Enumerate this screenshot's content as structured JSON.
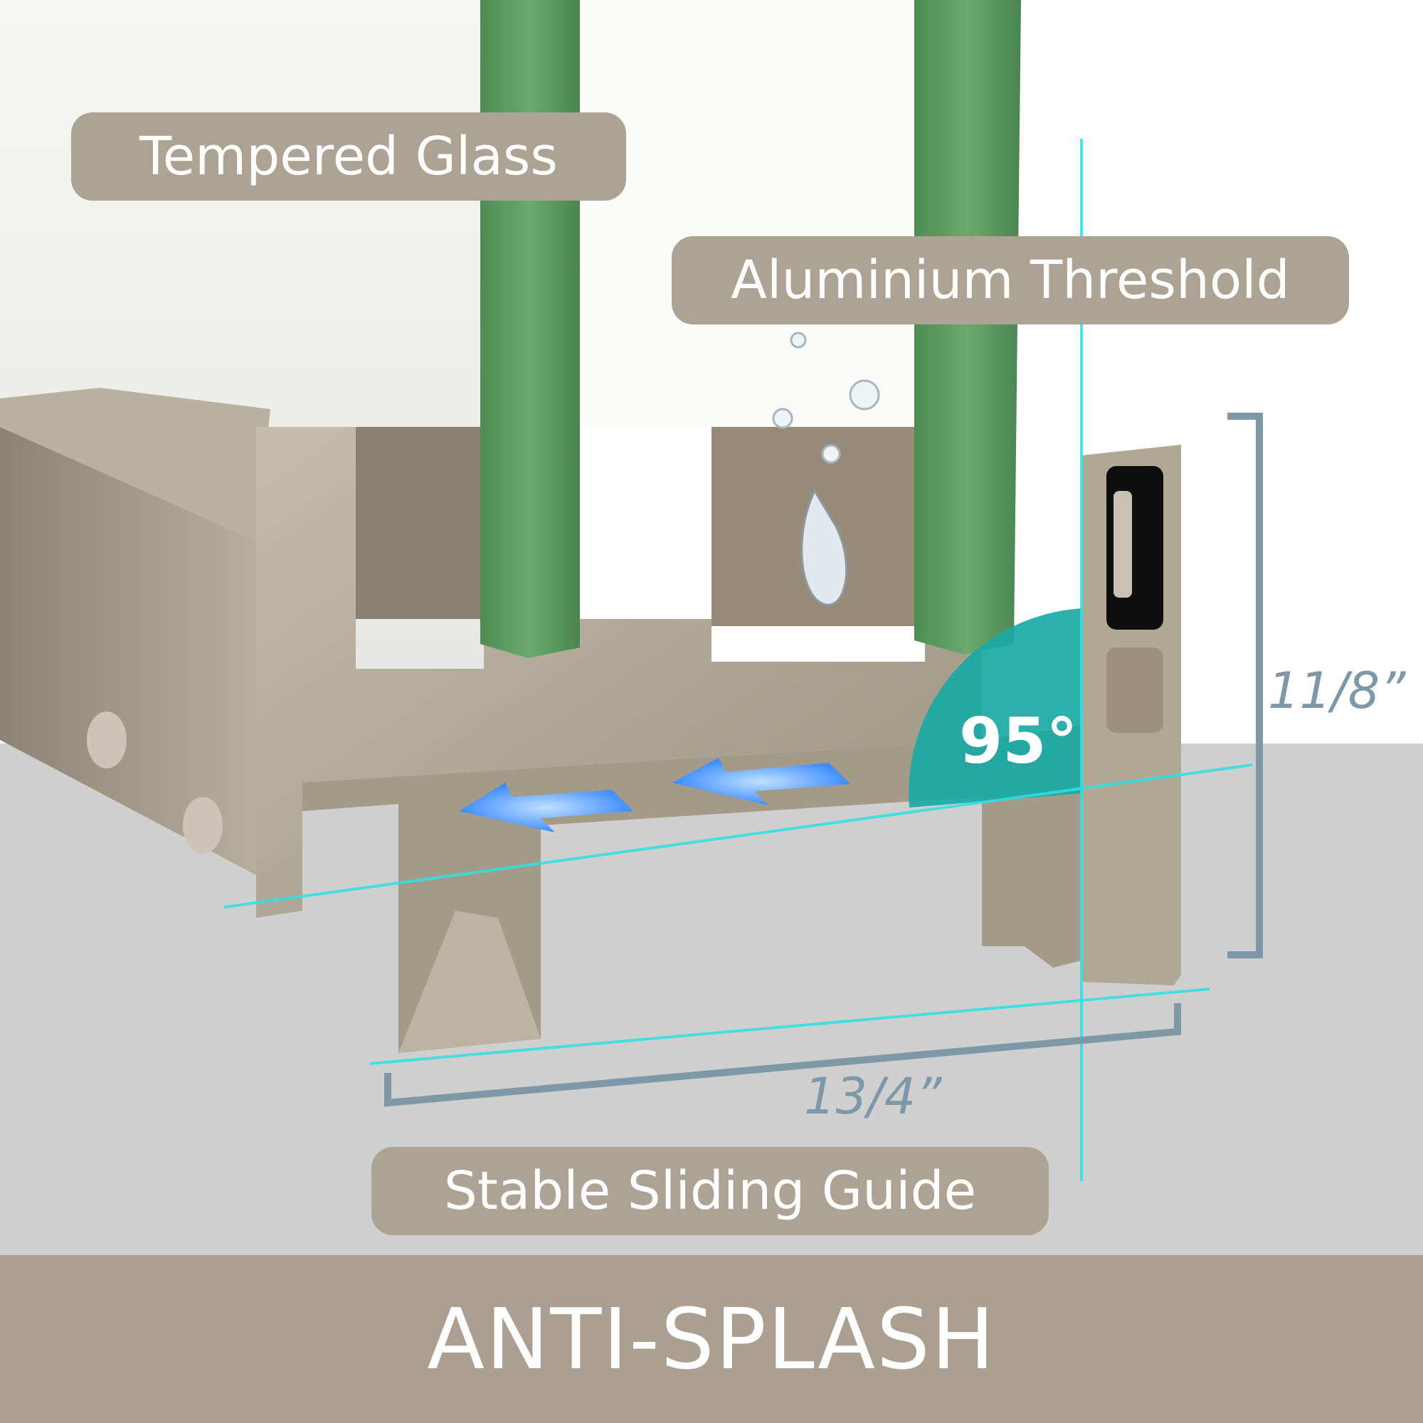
{
  "labels": {
    "tempered_glass": "Tempered Glass",
    "aluminium_threshold": "Aluminium Threshold",
    "stable_sliding_guide": "Stable Sliding Guide"
  },
  "dimensions": {
    "height": "11/8”",
    "width": "13/4”",
    "angle": "95°"
  },
  "banner": {
    "title": "ANTI-SPLASH"
  },
  "colors": {
    "label_background": "#aca394",
    "banner_background": "#aa9f91",
    "glass_edge": "#5f9e63",
    "aluminium": "#b3a999",
    "dimension_line": "#7e98a8",
    "guide_line": "#2fe0e4",
    "angle_fill": "#1aa9a4",
    "arrow": "#3d8bff"
  },
  "icons": [
    "arrow-left-icon",
    "arrow-left-icon"
  ]
}
